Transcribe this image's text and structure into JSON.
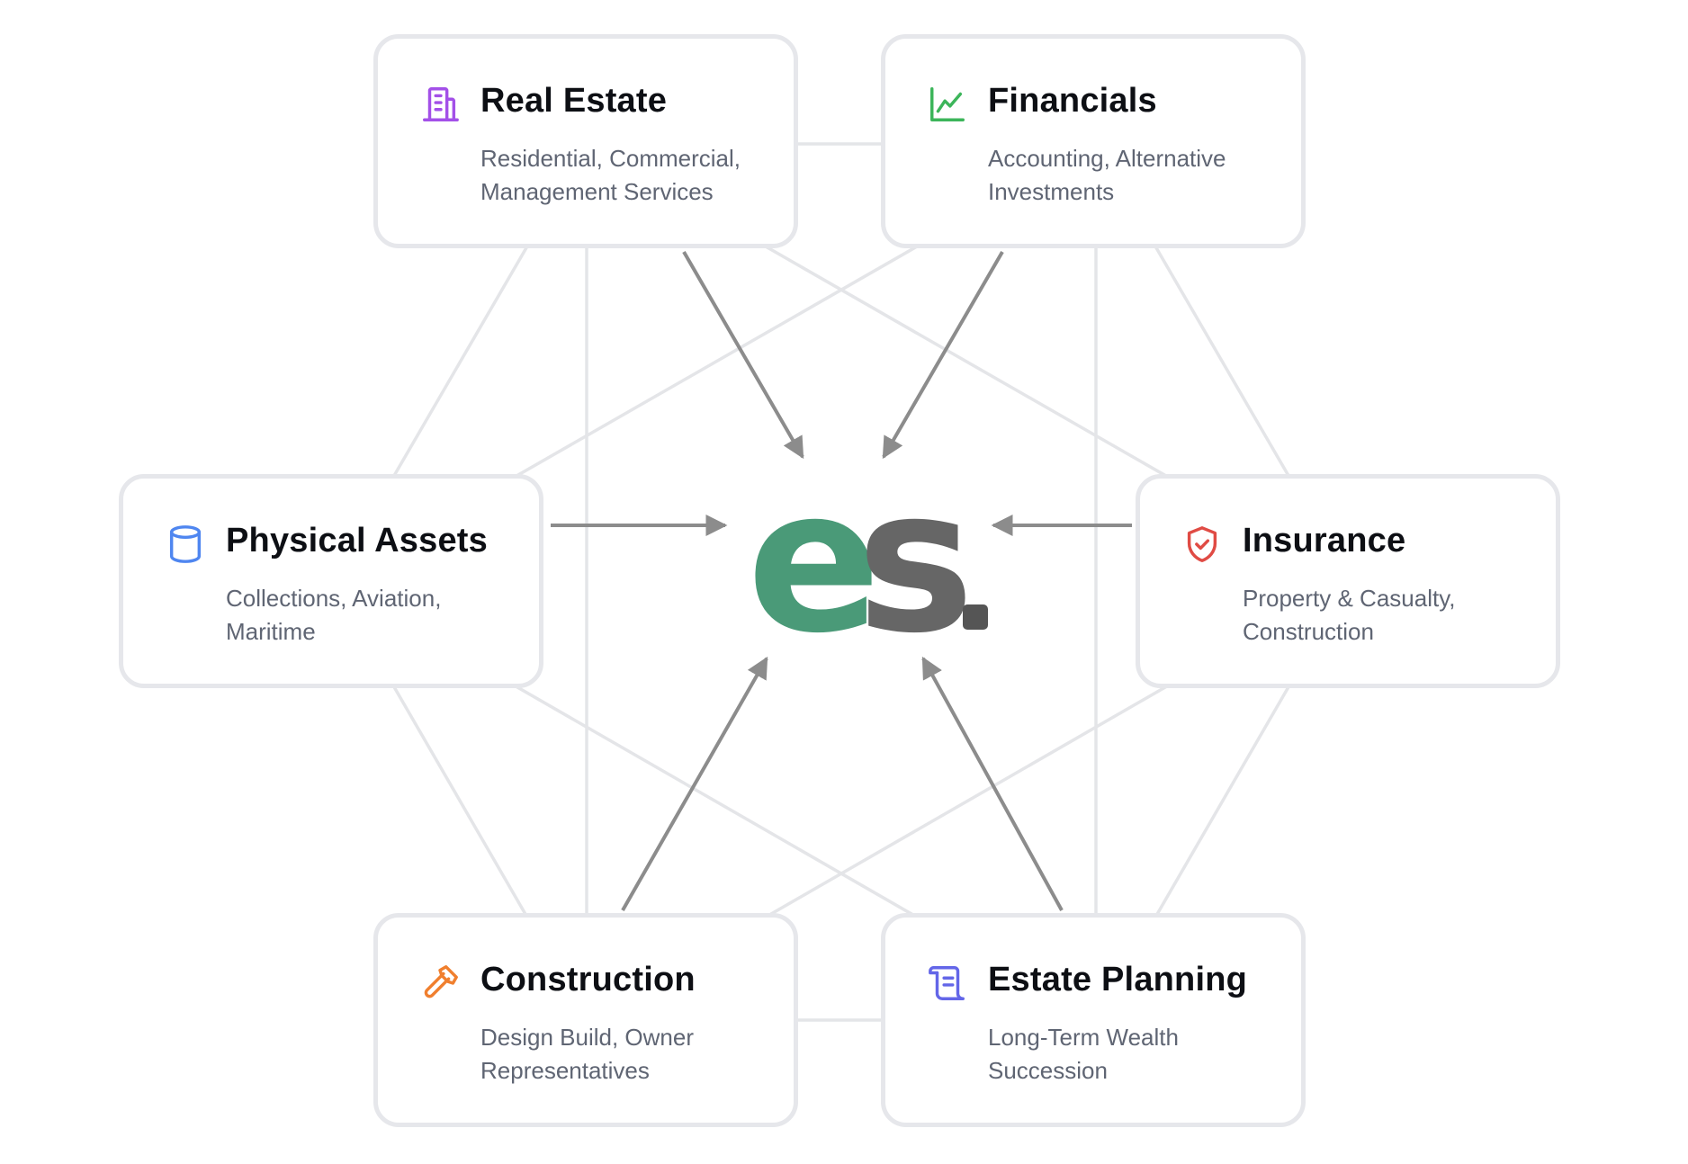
{
  "logo": {
    "mark_e": "e",
    "mark_s": "s",
    "colors": {
      "e": "#4a9a78",
      "s": "#666666"
    }
  },
  "cards": {
    "real_estate": {
      "title": "Real Estate",
      "desc_1": "Residential, Commercial,",
      "desc_2": "Management Services",
      "icon": "building-icon",
      "color": "#a350e8"
    },
    "financials": {
      "title": "Financials",
      "desc_1": "Accounting, Alternative",
      "desc_2": "Investments",
      "icon": "line-chart-icon",
      "color": "#3cb55a"
    },
    "physical_assets": {
      "title": "Physical Assets",
      "desc_1": "Collections, Aviation,",
      "desc_2": "Maritime",
      "icon": "database-icon",
      "color": "#4f86f0"
    },
    "insurance": {
      "title": "Insurance",
      "desc_1": "Property & Casualty,",
      "desc_2": "Construction",
      "icon": "shield-check-icon",
      "color": "#e04b44"
    },
    "construction": {
      "title": "Construction",
      "desc_1": "Design Build, Owner",
      "desc_2": "Representatives",
      "icon": "hammer-icon",
      "color": "#f07f2e"
    },
    "estate_planning": {
      "title": "Estate Planning",
      "desc_1": "Long-Term Wealth",
      "desc_2": "Succession",
      "icon": "scroll-icon",
      "color": "#6366e8"
    }
  },
  "colors": {
    "connector": "#e4e5e8",
    "arrow": "#8c8c8c",
    "card_border": "#e6e7eb"
  }
}
